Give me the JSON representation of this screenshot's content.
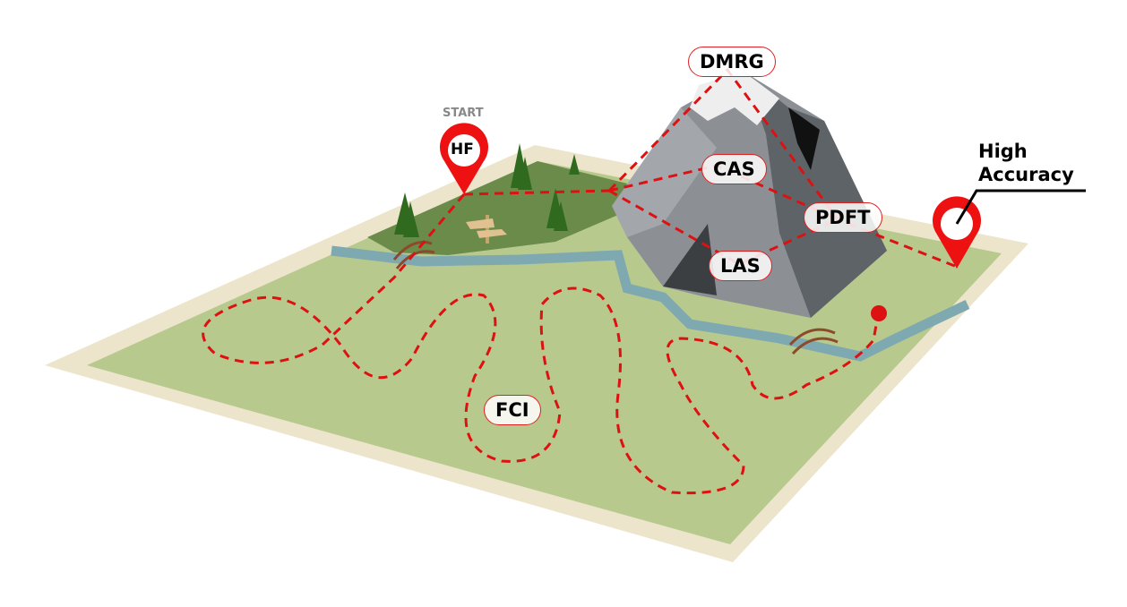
{
  "start_label": "START",
  "start_pin": "HF",
  "methods": {
    "dmrg": "DMRG",
    "cas": "CAS",
    "pdft": "PDFT",
    "las": "LAS",
    "fci": "FCI"
  },
  "goal_label": "High Accuracy",
  "colors": {
    "path": "#dd1111",
    "pin": "#ee1111",
    "grass": "#b8c98e",
    "forest": "#6a8b4a",
    "border": "#ece5cc",
    "river": "#7fa9b0",
    "rock": "#8c9095"
  }
}
